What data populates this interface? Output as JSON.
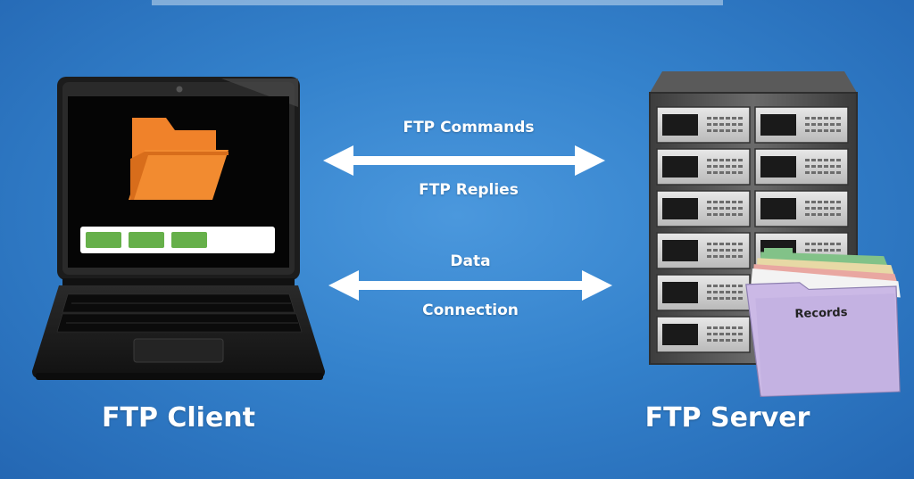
{
  "diagram": {
    "title_partial": "",
    "client_label": "FTP Client",
    "server_label": "FTP Server",
    "arrow_top": {
      "label_above": "FTP Commands",
      "label_below": "FTP Replies"
    },
    "arrow_bottom": {
      "label_above": "Data",
      "label_below": "Connection"
    },
    "records_label": "Records"
  },
  "colors": {
    "background": "#3482cc",
    "folder": "#f0822a",
    "progress_segment": "#66b04a",
    "laptop_body": "#1c1c1c",
    "server_body": "#555555"
  }
}
